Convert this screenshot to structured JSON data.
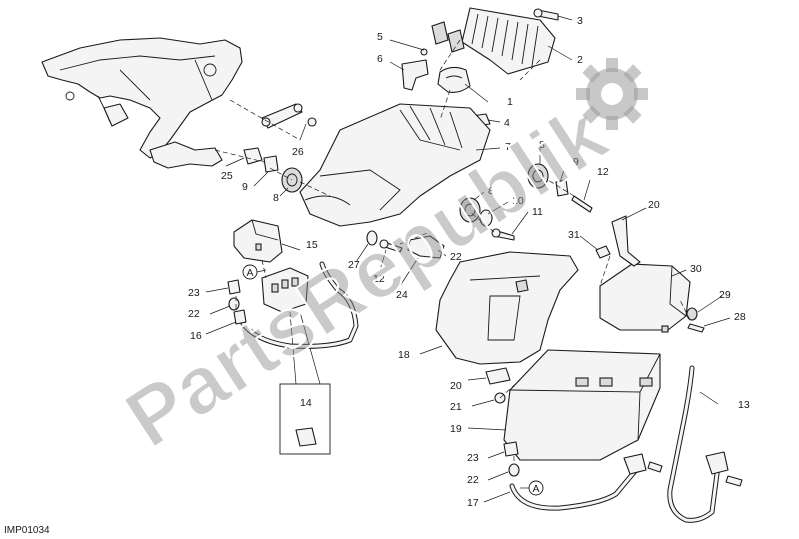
{
  "diagram": {
    "code": "IMP01034",
    "callouts": [
      "1",
      "2",
      "3",
      "4",
      "5",
      "6",
      "7",
      "8",
      "8",
      "8",
      "9",
      "9",
      "10",
      "11",
      "12",
      "12",
      "13",
      "14",
      "15",
      "16",
      "17",
      "18",
      "19",
      "20",
      "20",
      "21",
      "22",
      "22",
      "22",
      "23",
      "23",
      "24",
      "25",
      "26",
      "27",
      "28",
      "29",
      "30",
      "31"
    ],
    "connector_labels": [
      "A",
      "A"
    ]
  },
  "watermark": {
    "text": "PartsRepublik",
    "icon": "gear-icon"
  }
}
